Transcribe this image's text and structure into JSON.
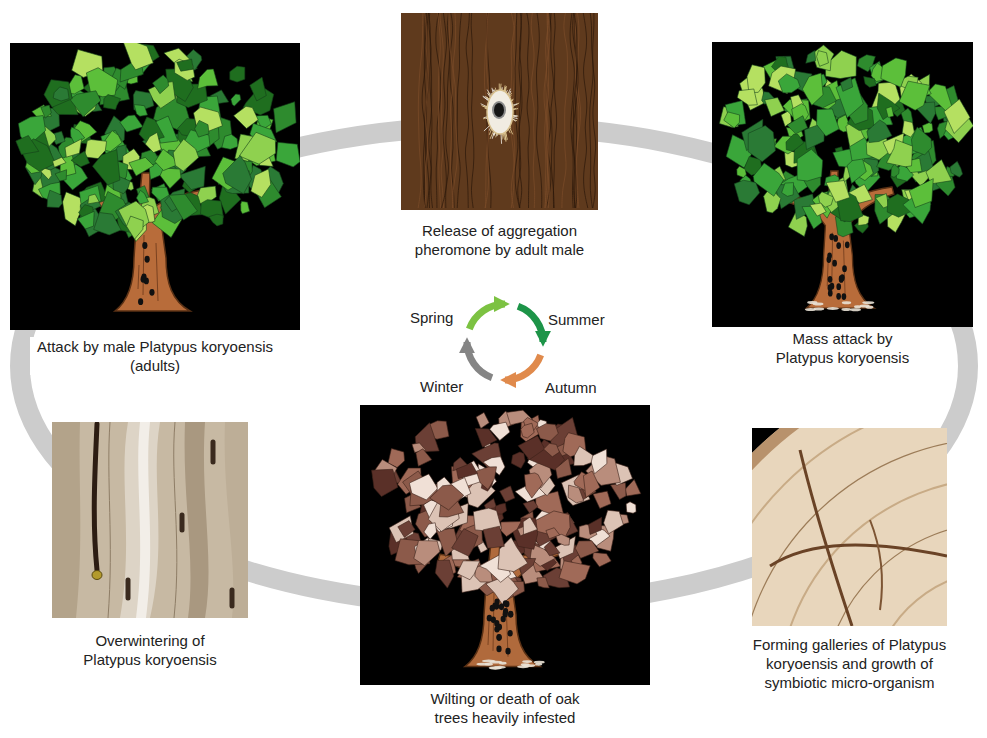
{
  "diagram": {
    "nodes": [
      {
        "text": [
          "Attack by male Platypus koryoensis (adults)"
        ]
      },
      {
        "text": [
          "Release of aggregation pheromone by adult male"
        ]
      },
      {
        "text": [
          "Mass attack by Platypus koryoensis"
        ]
      },
      {
        "text": [
          "Overwintering of Platypus koryoensis"
        ]
      },
      {
        "text": [
          "Wilting or death of oak trees heavily infested"
        ]
      },
      {
        "text": [
          "Forming galleries of Platypus koryoensis and growth of symbiotic micro-organism"
        ]
      }
    ],
    "labels": [
      "Spring",
      "Summer",
      "Autumn",
      "Winter"
    ]
  }
}
